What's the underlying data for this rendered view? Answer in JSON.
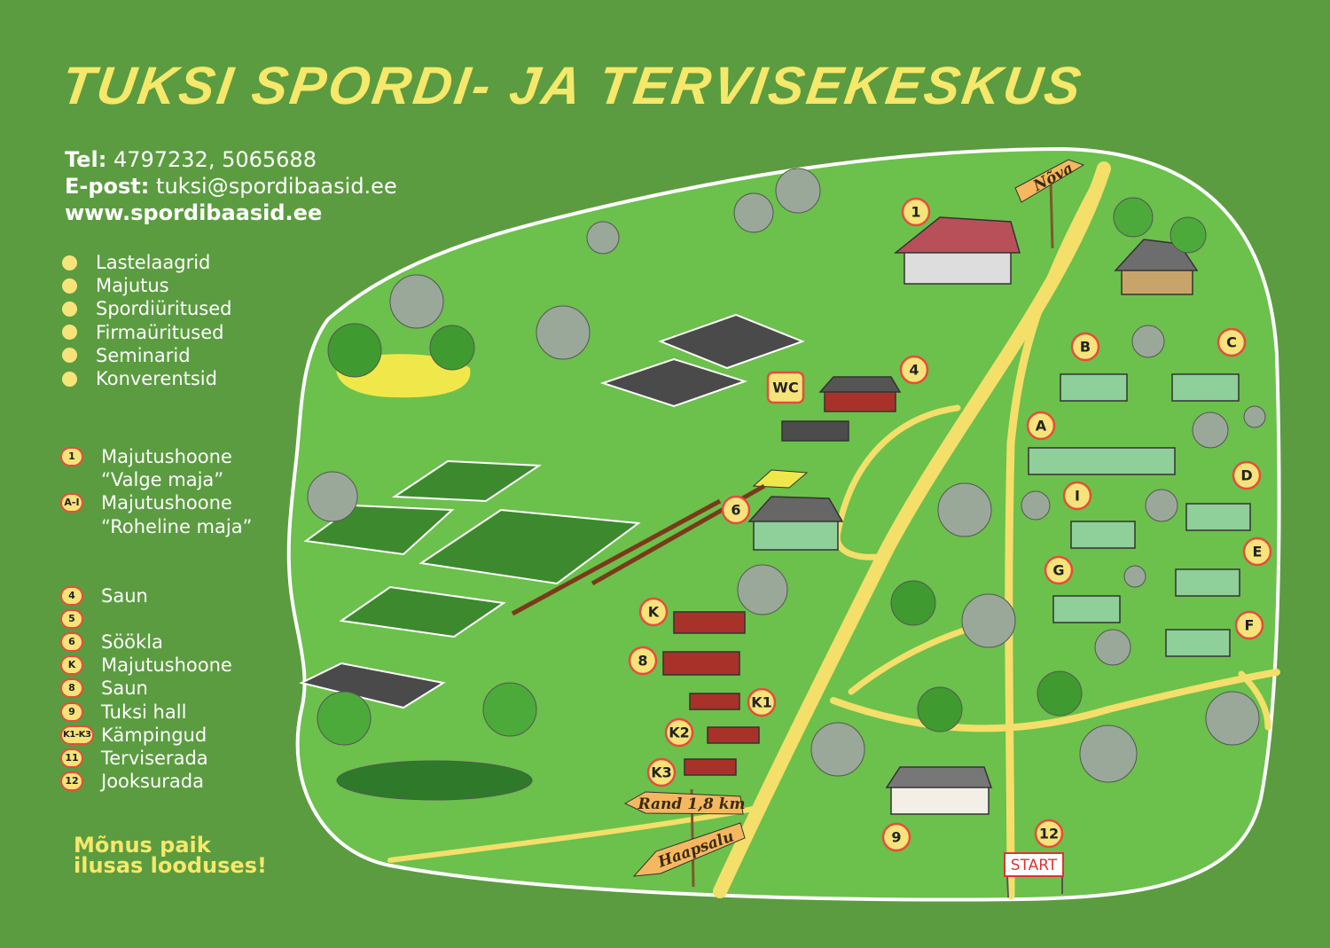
{
  "title": "TUKSI SPORDI- JA TERVISEKESKUS",
  "contact": {
    "tel_label": "Tel:",
    "tel_value": "4797232, 5065688",
    "email_label": "E-post:",
    "email_value": "tuksi@spordibaasid.ee",
    "website": "www.spordibaasid.ee"
  },
  "services": [
    "Lastelaagrid",
    "Majutus",
    "Spordiüritused",
    "Firmaüritused",
    "Seminarid",
    "Konverentsid"
  ],
  "legend": [
    {
      "badge": "1",
      "lines": [
        "Majutushoone",
        "“Valge maja”"
      ]
    },
    {
      "badge": "A-I",
      "lines": [
        "Majutushoone",
        "“Roheline maja”"
      ]
    },
    {
      "badge": "4",
      "lines": [
        "Saun"
      ]
    },
    {
      "badge": "5",
      "lines": [
        ""
      ]
    },
    {
      "badge": "6",
      "lines": [
        "Söökla"
      ]
    },
    {
      "badge": "K",
      "lines": [
        "Majutushoone"
      ]
    },
    {
      "badge": "8",
      "lines": [
        "Saun"
      ]
    },
    {
      "badge": "9",
      "lines": [
        "Tuksi hall"
      ]
    },
    {
      "badge": "K1-K3",
      "lines": [
        "Kämpingud"
      ]
    },
    {
      "badge": "11",
      "lines": [
        "Terviserada"
      ]
    },
    {
      "badge": "12",
      "lines": [
        "Jooksurada"
      ]
    }
  ],
  "slogan": [
    "Mõnus paik",
    "ilusas looduses!"
  ],
  "map": {
    "markers": [
      "1",
      "4",
      "6",
      "K",
      "8",
      "K1",
      "K2",
      "K3",
      "9",
      "12",
      "A",
      "B",
      "C",
      "D",
      "E",
      "F",
      "G",
      "I"
    ],
    "wc_label": "WC",
    "signs": {
      "nova": "Nõva",
      "rand": "Rand 1,8 km",
      "haapsalu": "Haapsalu",
      "start": "START"
    }
  },
  "colors": {
    "background": "#5b9c40",
    "map_area": "#6cc04c",
    "road": "#f3df6a",
    "accent_yellow": "#f6e86a",
    "marker_border": "#e74c3c"
  }
}
